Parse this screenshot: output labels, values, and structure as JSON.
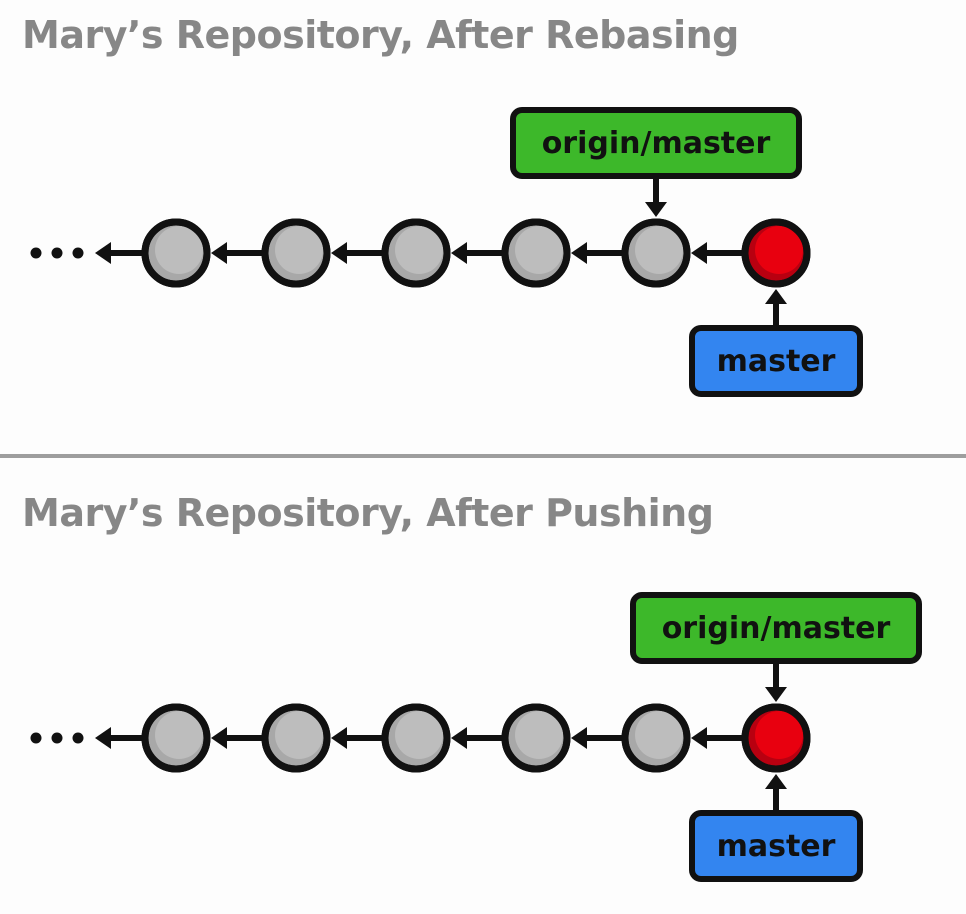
{
  "colors": {
    "commit_fill": "#bdbdbd",
    "commit_shade": "#a8a8a8",
    "head_commit_fill": "#e8000f",
    "head_commit_shade": "#b80010",
    "remote_branch_fill": "#3db82a",
    "local_branch_fill": "#3385f0",
    "outline": "#111111",
    "title": "#878787"
  },
  "panels": [
    {
      "title": "Mary’s Repository, After Rebasing",
      "commits": [
        {
          "kind": "regular"
        },
        {
          "kind": "regular"
        },
        {
          "kind": "regular"
        },
        {
          "kind": "regular"
        },
        {
          "kind": "regular"
        },
        {
          "kind": "head"
        }
      ],
      "refs": [
        {
          "label": "origin/master",
          "kind": "remote",
          "commit_index": 4,
          "position": "above"
        },
        {
          "label": "master",
          "kind": "local",
          "commit_index": 5,
          "position": "below"
        }
      ]
    },
    {
      "title": "Mary’s Repository, After Pushing",
      "commits": [
        {
          "kind": "regular"
        },
        {
          "kind": "regular"
        },
        {
          "kind": "regular"
        },
        {
          "kind": "regular"
        },
        {
          "kind": "regular"
        },
        {
          "kind": "head"
        }
      ],
      "refs": [
        {
          "label": "origin/master",
          "kind": "remote",
          "commit_index": 5,
          "position": "above"
        },
        {
          "label": "master",
          "kind": "local",
          "commit_index": 5,
          "position": "below"
        }
      ]
    }
  ]
}
